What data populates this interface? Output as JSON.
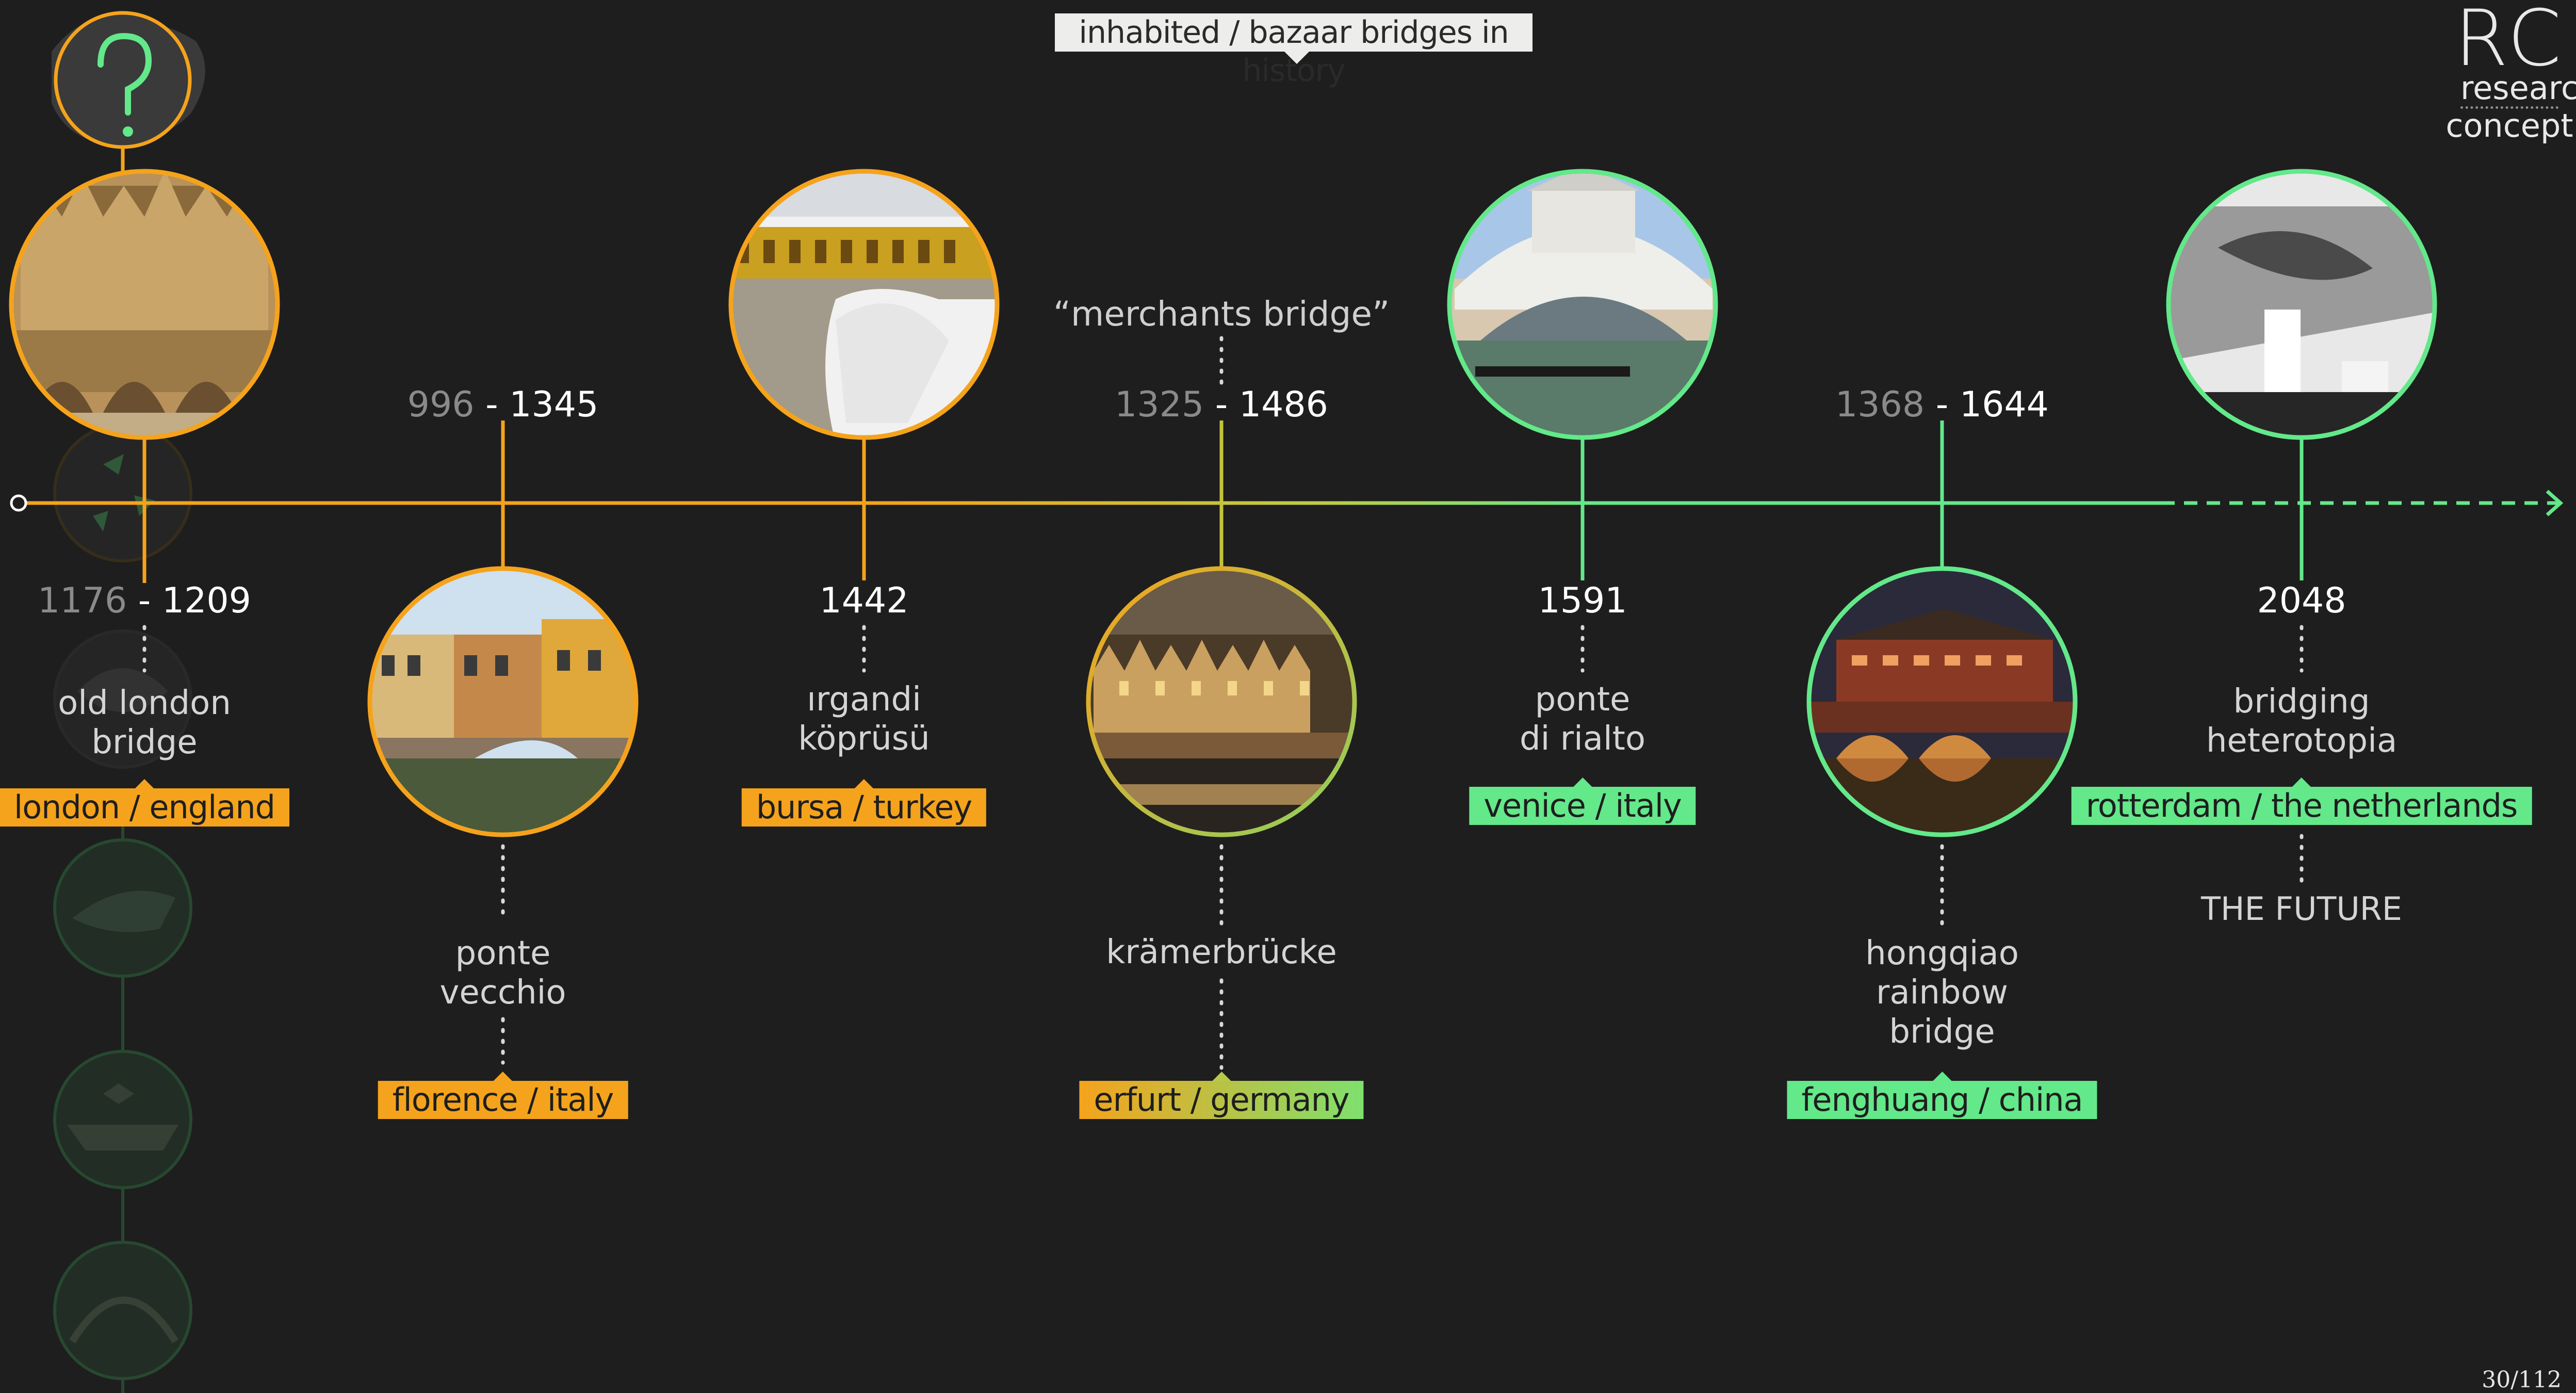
{
  "header": {
    "title": "inhabited / bazaar bridges in history"
  },
  "logo": {
    "mark": "RC",
    "line1": "research",
    "line2": "concept"
  },
  "page_number": "30/112",
  "colors": {
    "background": "#1e1e1e",
    "past": "#f5a31c",
    "present": "#63e88a",
    "mid": "#c4c43a",
    "muted_year": "#8a8a8a"
  },
  "side_icons": [
    "question-icon",
    "compass-icon",
    "chat-icon",
    "boat-icon",
    "ship-icon",
    "tunnel-icon"
  ],
  "bridges": [
    {
      "id": "old-london",
      "year_start": "1176",
      "year_end": "1209",
      "name": "old london\nbridge",
      "location": "london / england",
      "image": "old-london-bridge-photo"
    },
    {
      "id": "ponte-vecchio",
      "year_start": "996",
      "year_end": "1345",
      "name": "ponte\nvecchio",
      "location": "florence / italy",
      "image": "ponte-vecchio-photo"
    },
    {
      "id": "irgandi",
      "year_start": "",
      "year_end": "1442",
      "name": "ırgandi\nköprüsü",
      "location": "bursa / turkey",
      "image": "irgandi-bridge-photo"
    },
    {
      "id": "kramerbrucke",
      "year_start": "1325",
      "year_end": "1486",
      "quote": "“merchants bridge”",
      "name": "krämerbrücke",
      "location": "erfurt / germany",
      "image": "kramerbrucke-photo"
    },
    {
      "id": "rialto",
      "year_start": "",
      "year_end": "1591",
      "name": "ponte\ndi rialto",
      "location": "venice / italy",
      "image": "rialto-bridge-photo"
    },
    {
      "id": "hongqiao",
      "year_start": "1368",
      "year_end": "1644",
      "name": "hongqiao\nrainbow\nbridge",
      "location": "fenghuang / china",
      "image": "hongqiao-bridge-photo"
    },
    {
      "id": "heterotopia",
      "year_start": "",
      "year_end": "2048",
      "name": "bridging\nheterotopia",
      "location": "rotterdam / the netherlands",
      "note": "THE FUTURE",
      "image": "future-model-render"
    }
  ]
}
